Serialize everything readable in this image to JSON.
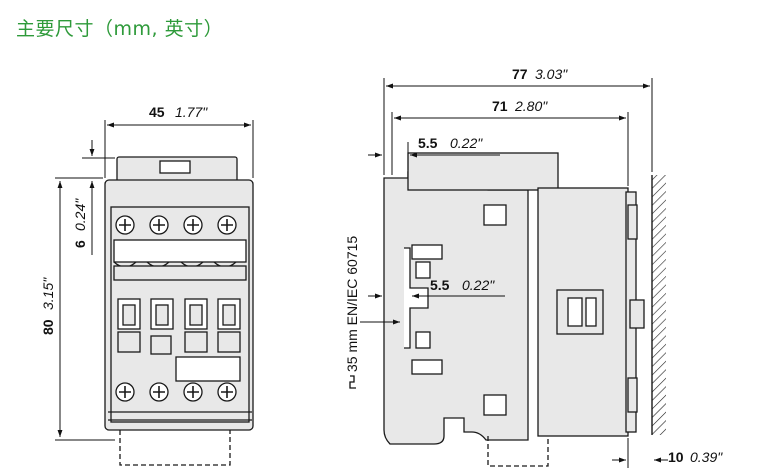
{
  "title": "主要尺寸（mm, 英寸）",
  "colors": {
    "title_green": "#2e9a3a",
    "body_fill": "#e8e8e8",
    "outline": "#1a1a1a",
    "dim_line": "#111111"
  },
  "front_view": {
    "width": {
      "mm": "45",
      "inch": "1.77\""
    },
    "height": {
      "mm": "80",
      "inch": "3.15\""
    },
    "top_offset": {
      "mm": "6",
      "inch": "0.24\""
    }
  },
  "side_view": {
    "overall_depth": {
      "mm": "77",
      "inch": "3.03\""
    },
    "body_depth": {
      "mm": "71",
      "inch": "2.80\""
    },
    "top_step": {
      "mm": "5.5",
      "inch": "0.22\""
    },
    "rail_step": {
      "mm": "5.5",
      "inch": "0.22\""
    },
    "rail_label": "35 mm EN/IEC 60715",
    "wall_clearance": {
      "mm": "10",
      "inch": "0.39\""
    }
  }
}
